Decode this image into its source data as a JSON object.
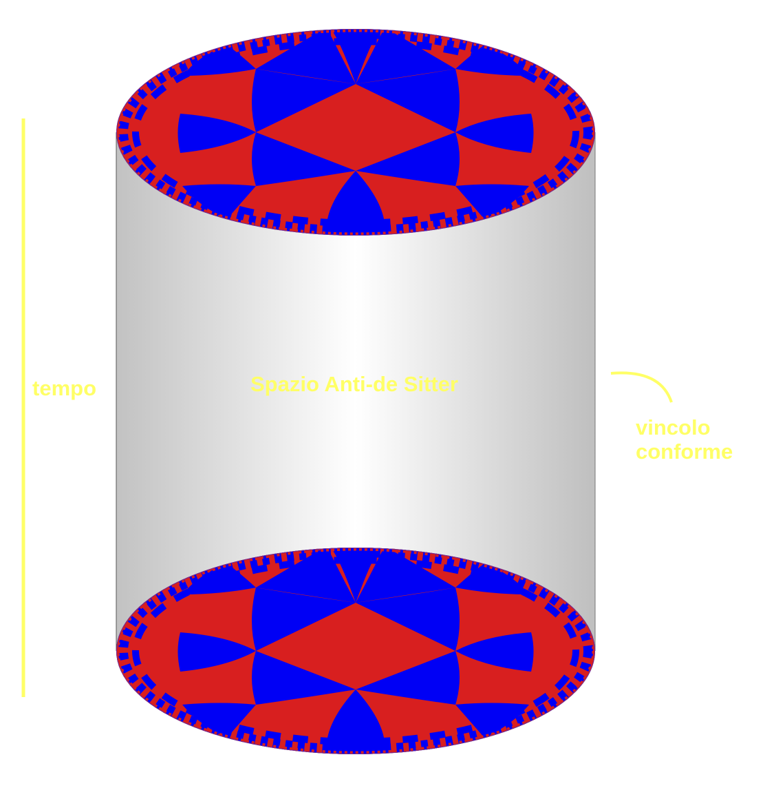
{
  "labels": {
    "time": "tempo",
    "space": "Spazio Anti-de Sitter",
    "boundary_line1": "vincolo",
    "boundary_line2": "conforme"
  },
  "colors": {
    "accent": "#ffff66",
    "tile_red": "#d81f1f",
    "tile_blue": "#0000f5",
    "cylinder_light": "#ffffff",
    "cylinder_dark": "#bdbdbd"
  }
}
